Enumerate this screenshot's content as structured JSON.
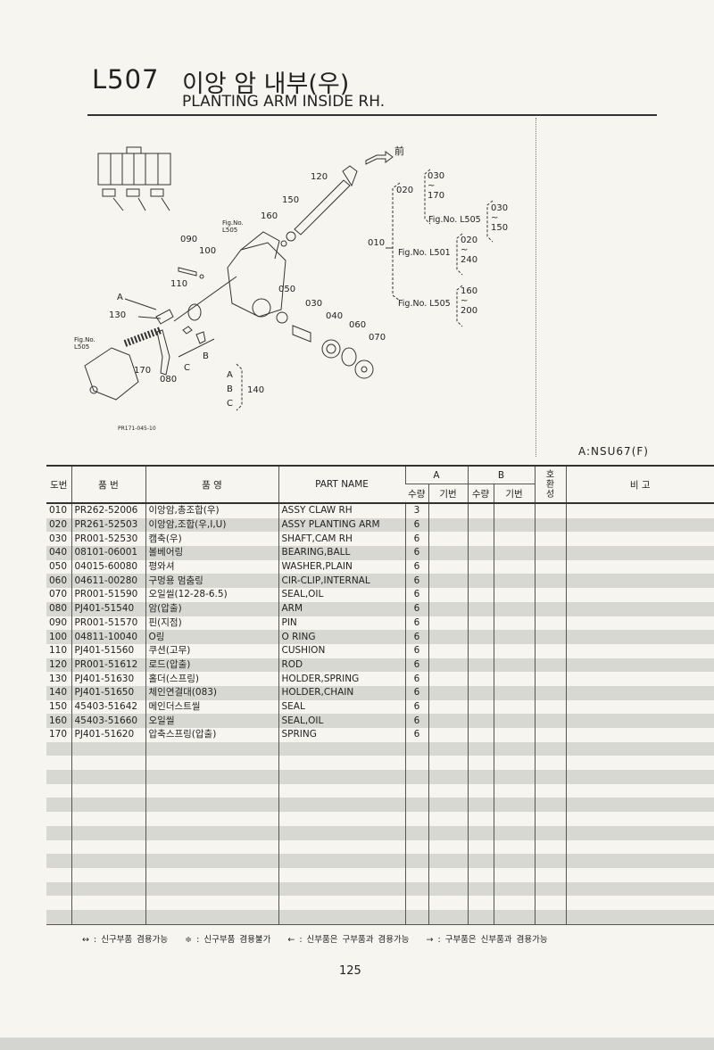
{
  "header": {
    "code": "L507",
    "title_ko": "이앙 암 내부(우)",
    "title_en": "PLANTING ARM INSIDE RH."
  },
  "diagram": {
    "front_label": "前",
    "drawing_no": "PR171-045-10",
    "callouts": [
      "120",
      "150",
      "160",
      "090",
      "100",
      "110",
      "A",
      "130",
      "170",
      "080",
      "C",
      "B",
      "050",
      "030",
      "040",
      "060",
      "070",
      "140"
    ],
    "fig_refs": [
      "Fig.No. L505",
      "Fig.No. L505"
    ],
    "abc_group": [
      "A",
      "B",
      "C"
    ],
    "assembly_tree": {
      "root": "010",
      "sub_020": "020",
      "range_030_170": [
        "030",
        "~",
        "170"
      ],
      "fig_l505_a": "Fig.No. L505",
      "range_030_150": [
        "030",
        "~",
        "150"
      ],
      "fig_l501": "Fig.No. L501",
      "range_020_240": [
        "020",
        "~",
        "240"
      ],
      "fig_l505_b": "Fig.No. L505",
      "range_160_200": [
        "160",
        "~",
        "200"
      ]
    }
  },
  "model_note": "A:NSU67(F)",
  "table": {
    "headers": {
      "ref_no": "도번",
      "part_no": "품 번",
      "name_ko": "품 영",
      "part_name": "PART NAME",
      "group_a": "A",
      "group_b": "B",
      "qty": "수량",
      "serial": "기번",
      "interchange": "호환성",
      "remarks": "비 고"
    },
    "rows": [
      {
        "ref": "010",
        "part_no": "PR262-52006",
        "name_ko": "이앙암,총조합(우)",
        "part_name": "ASSY CLAW RH",
        "qty_a": "3"
      },
      {
        "ref": "020",
        "part_no": "PR261-52503",
        "name_ko": "이앙암,조합(우,I,U)",
        "part_name": "ASSY PLANTING ARM",
        "qty_a": "6"
      },
      {
        "ref": "030",
        "part_no": "PR001-52530",
        "name_ko": "캠축(우)",
        "part_name": "SHAFT,CAM RH",
        "qty_a": "6"
      },
      {
        "ref": "040",
        "part_no": "08101-06001",
        "name_ko": "볼베어링",
        "part_name": "BEARING,BALL",
        "qty_a": "6"
      },
      {
        "ref": "050",
        "part_no": "04015-60080",
        "name_ko": "평와셔",
        "part_name": "WASHER,PLAIN",
        "qty_a": "6"
      },
      {
        "ref": "060",
        "part_no": "04611-00280",
        "name_ko": "구멍용 멈춤링",
        "part_name": "CIR-CLIP,INTERNAL",
        "qty_a": "6"
      },
      {
        "ref": "070",
        "part_no": "PR001-51590",
        "name_ko": "오일씰(12-28-6.5)",
        "part_name": "SEAL,OIL",
        "qty_a": "6"
      },
      {
        "ref": "080",
        "part_no": "PJ401-51540",
        "name_ko": "암(압출)",
        "part_name": "ARM",
        "qty_a": "6"
      },
      {
        "ref": "090",
        "part_no": "PR001-51570",
        "name_ko": "핀(지점)",
        "part_name": "PIN",
        "qty_a": "6"
      },
      {
        "ref": "100",
        "part_no": "04811-10040",
        "name_ko": "O링",
        "part_name": "O RING",
        "qty_a": "6"
      },
      {
        "ref": "110",
        "part_no": "PJ401-51560",
        "name_ko": "쿠션(고무)",
        "part_name": "CUSHION",
        "qty_a": "6"
      },
      {
        "ref": "120",
        "part_no": "PR001-51612",
        "name_ko": "로드(압출)",
        "part_name": "ROD",
        "qty_a": "6"
      },
      {
        "ref": "130",
        "part_no": "PJ401-51630",
        "name_ko": "홀더(스프링)",
        "part_name": "HOLDER,SPRING",
        "qty_a": "6"
      },
      {
        "ref": "140",
        "part_no": "PJ401-51650",
        "name_ko": "체인연결대(083)",
        "part_name": "HOLDER,CHAIN",
        "qty_a": "6"
      },
      {
        "ref": "150",
        "part_no": "45403-51642",
        "name_ko": "메인더스트씰",
        "part_name": "SEAL",
        "qty_a": "6"
      },
      {
        "ref": "160",
        "part_no": "45403-51660",
        "name_ko": "오일씰",
        "part_name": "SEAL,OIL",
        "qty_a": "6"
      },
      {
        "ref": "170",
        "part_no": "PJ401-51620",
        "name_ko": "압축스프링(압출)",
        "part_name": "SPRING",
        "qty_a": "6"
      }
    ]
  },
  "legend": [
    "↔ : 신구부품 겸용가능",
    "≑ : 신구부품 겸용불가",
    "← : 신부품은 구부품과 겸용가능",
    "→ : 구부품은 신부품과 겸용가능"
  ],
  "page_number": "125"
}
